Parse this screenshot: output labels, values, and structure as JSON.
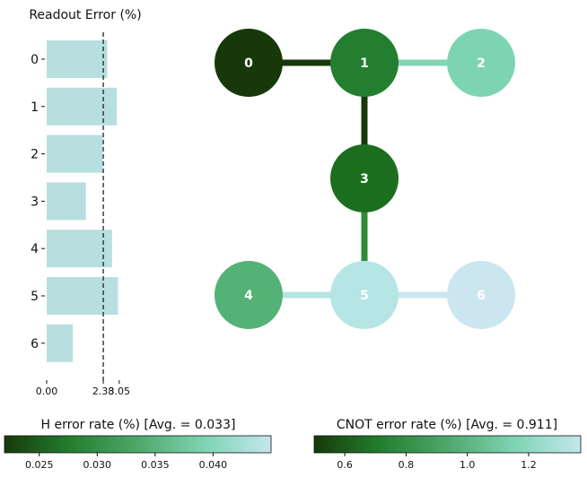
{
  "chart_data": [
    {
      "type": "bar",
      "orientation": "horizontal",
      "title": "Readout Error (%)",
      "categories": [
        "0",
        "1",
        "2",
        "3",
        "4",
        "5",
        "6"
      ],
      "values": [
        2.55,
        2.95,
        2.35,
        1.65,
        2.75,
        3.0,
        1.1
      ],
      "xlim": [
        0,
        3.2
      ],
      "xticks": [
        "0.00",
        "2.38",
        "3.05"
      ],
      "xtick_values": [
        0,
        2.38,
        3.05
      ],
      "reference_line": {
        "value": 2.38,
        "style": "dashed"
      },
      "bar_color": "#b8dfe0"
    },
    {
      "type": "graph",
      "nodes": [
        {
          "id": "0",
          "label": "0",
          "row": 0,
          "col": 0,
          "h_error": 0.021,
          "color": "#17390a"
        },
        {
          "id": "1",
          "label": "1",
          "row": 0,
          "col": 1,
          "h_error": 0.027,
          "color": "#237f2f"
        },
        {
          "id": "2",
          "label": "2",
          "row": 0,
          "col": 2,
          "h_error": 0.038,
          "color": "#7dd4b3"
        },
        {
          "id": "3",
          "label": "3",
          "row": 1,
          "col": 1,
          "h_error": 0.026,
          "color": "#1c6e1f"
        },
        {
          "id": "4",
          "label": "4",
          "row": 2,
          "col": 0,
          "h_error": 0.033,
          "color": "#54b277"
        },
        {
          "id": "5",
          "label": "5",
          "row": 2,
          "col": 1,
          "h_error": 0.041,
          "color": "#b5e5e5"
        },
        {
          "id": "6",
          "label": "6",
          "row": 2,
          "col": 2,
          "h_error": 0.044,
          "color": "#cbe6ee"
        }
      ],
      "edges": [
        {
          "source": "0",
          "target": "1",
          "cnot_error": 0.55,
          "color": "#17390a"
        },
        {
          "source": "1",
          "target": "2",
          "cnot_error": 1.05,
          "color": "#82d4b3"
        },
        {
          "source": "1",
          "target": "3",
          "cnot_error": 0.55,
          "color": "#17390a"
        },
        {
          "source": "3",
          "target": "5",
          "cnot_error": 0.75,
          "color": "#2f8a33"
        },
        {
          "source": "4",
          "target": "5",
          "cnot_error": 1.25,
          "color": "#b5e5e5"
        },
        {
          "source": "5",
          "target": "6",
          "cnot_error": 1.3,
          "color": "#cbe6ee"
        }
      ]
    },
    {
      "type": "colorbar",
      "title": "H error rate (%) [Avg. = 0.033]",
      "range": [
        0.022,
        0.045
      ],
      "ticks": [
        0.025,
        0.03,
        0.035,
        0.04
      ],
      "tick_labels": [
        "0.025",
        "0.030",
        "0.035",
        "0.040"
      ],
      "colors": [
        "#17390a",
        "#237f2f",
        "#4ea86c",
        "#7dd4b3",
        "#c4e7ee"
      ]
    },
    {
      "type": "colorbar",
      "title": "CNOT error rate (%) [Avg. = 0.911]",
      "range": [
        0.5,
        1.37
      ],
      "ticks": [
        0.6,
        0.8,
        1.0,
        1.2
      ],
      "tick_labels": [
        "0.6",
        "0.8",
        "1.0",
        "1.2"
      ],
      "colors": [
        "#17390a",
        "#237f2f",
        "#4ea86c",
        "#7dd4b3",
        "#c4e7ee"
      ]
    }
  ]
}
